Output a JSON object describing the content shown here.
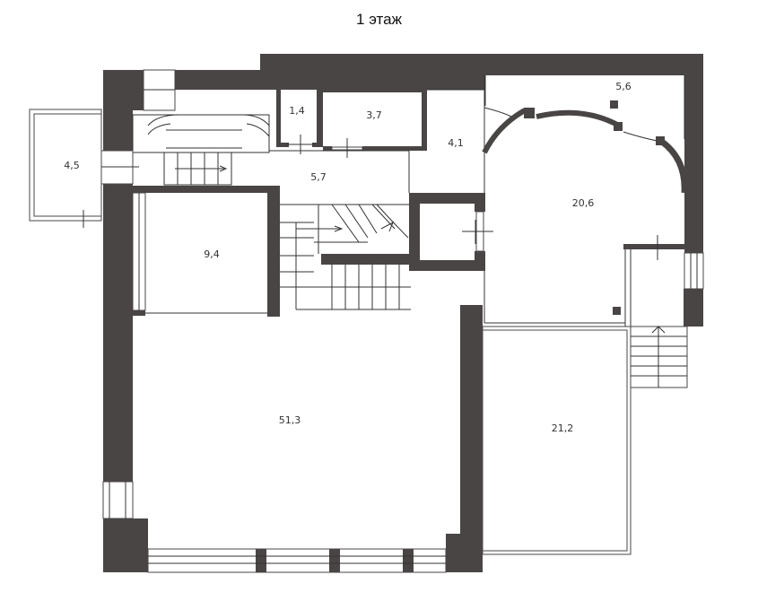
{
  "title": "1 этаж",
  "rooms": [
    {
      "id": "r45",
      "area": "4,5"
    },
    {
      "id": "r14",
      "area": "1,4"
    },
    {
      "id": "r37",
      "area": "3,7"
    },
    {
      "id": "r41",
      "area": "4,1"
    },
    {
      "id": "r56",
      "area": "5,6"
    },
    {
      "id": "r57",
      "area": "5,7"
    },
    {
      "id": "r206",
      "area": "20,6"
    },
    {
      "id": "r94",
      "area": "9,4"
    },
    {
      "id": "r513",
      "area": "51,3"
    },
    {
      "id": "r212",
      "area": "21,2"
    }
  ],
  "colors": {
    "wall": "#4a4545",
    "background": "#ffffff"
  }
}
